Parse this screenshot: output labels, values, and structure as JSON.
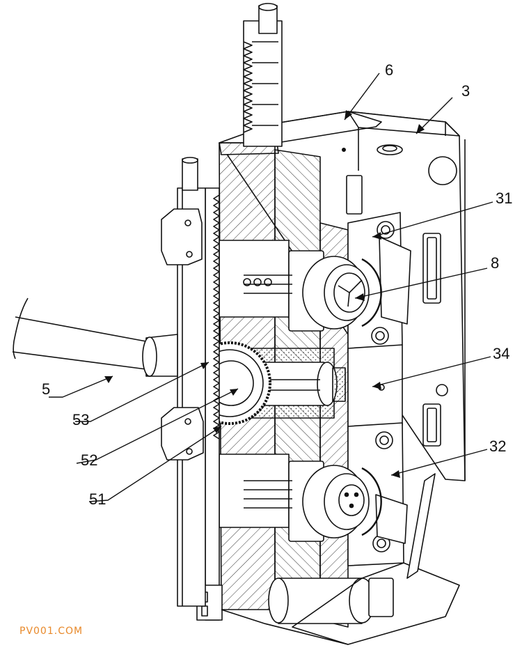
{
  "labels": {
    "l6": "6",
    "l3": "3",
    "l31": "31",
    "l8": "8",
    "l34": "34",
    "l32": "32",
    "l5": "5",
    "l53": "53",
    "l52": "52",
    "l51": "51"
  },
  "watermark": "PV001.COM",
  "colors": {
    "line": "#111111",
    "hatch": "#333333",
    "dots": "#555555",
    "watermark": "#e8892a"
  }
}
